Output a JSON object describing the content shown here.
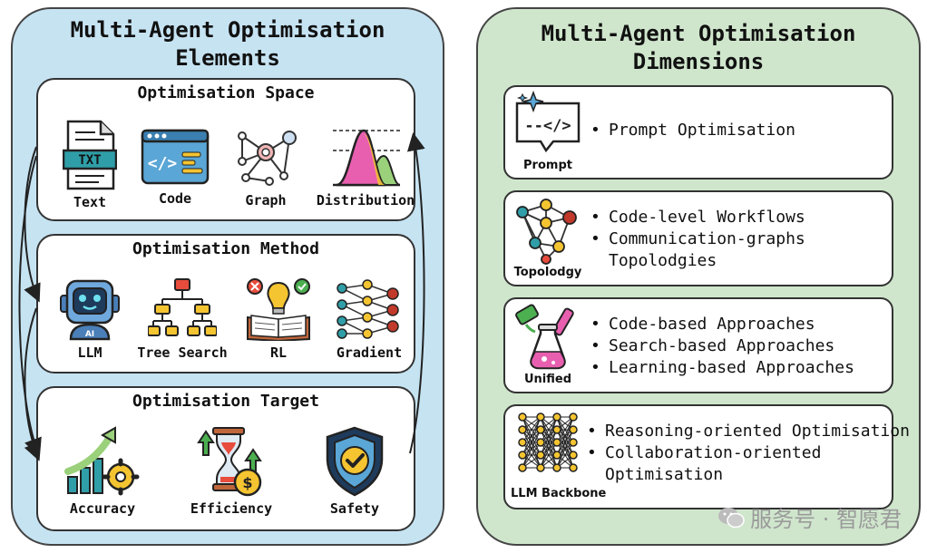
{
  "left": {
    "title_line1": "Multi-Agent Optimisation",
    "title_line2": "Elements",
    "space": {
      "title": "Optimisation Space",
      "items": [
        {
          "label": "Text",
          "icon": "txt-file-icon",
          "badge": "TXT"
        },
        {
          "label": "Code",
          "icon": "code-window-icon",
          "badge": "</>"
        },
        {
          "label": "Graph",
          "icon": "graph-nodes-icon"
        },
        {
          "label": "Distribution",
          "icon": "distribution-curve-icon"
        }
      ]
    },
    "method": {
      "title": "Optimisation Method",
      "items": [
        {
          "label": "LLM",
          "icon": "robot-icon",
          "badge": "AI"
        },
        {
          "label": "Tree Search",
          "icon": "tree-hierarchy-icon"
        },
        {
          "label": "RL",
          "icon": "lightbulb-book-icon"
        },
        {
          "label": "Gradient",
          "icon": "neural-gradient-icon"
        }
      ]
    },
    "target": {
      "title": "Optimisation Target",
      "items": [
        {
          "label": "Accuracy",
          "icon": "growth-chart-gear-icon"
        },
        {
          "label": "Efficiency",
          "icon": "hourglass-dollar-icon",
          "badge": "$"
        },
        {
          "label": "Safety",
          "icon": "shield-check-icon"
        }
      ]
    }
  },
  "right": {
    "title_line1": "Multi-Agent Optimisation",
    "title_line2": "Dimensions",
    "dimensions": [
      {
        "label": "Prompt",
        "icon": "prompt-bubble-icon",
        "badge": "--</>",
        "bullets": [
          "Prompt Optimisation"
        ]
      },
      {
        "label": "Topolodgy",
        "icon": "topology-network-icon",
        "bullets": [
          "Code-level Workflows",
          "Communication-graphs"
        ],
        "continuation": "Topolodgies"
      },
      {
        "label": "Unified",
        "icon": "chemistry-flask-icon",
        "bullets": [
          "Code-based Approaches",
          "Search-based Approaches",
          "Learning-based Approaches"
        ]
      },
      {
        "label": "LLM Backbone",
        "icon": "dense-network-icon",
        "bullets": [
          "Reasoning-oriented Optimisation",
          "Collaboration-oriented"
        ],
        "continuation": "Optimisation"
      }
    ]
  },
  "watermark": "服务号 · 智愿君",
  "colors": {
    "left_panel": "#c6e3f2",
    "right_panel": "#cfe6cc",
    "accent_teal": "#2f9ea8",
    "accent_yellow": "#f5c431",
    "accent_pink": "#e85fb0"
  }
}
